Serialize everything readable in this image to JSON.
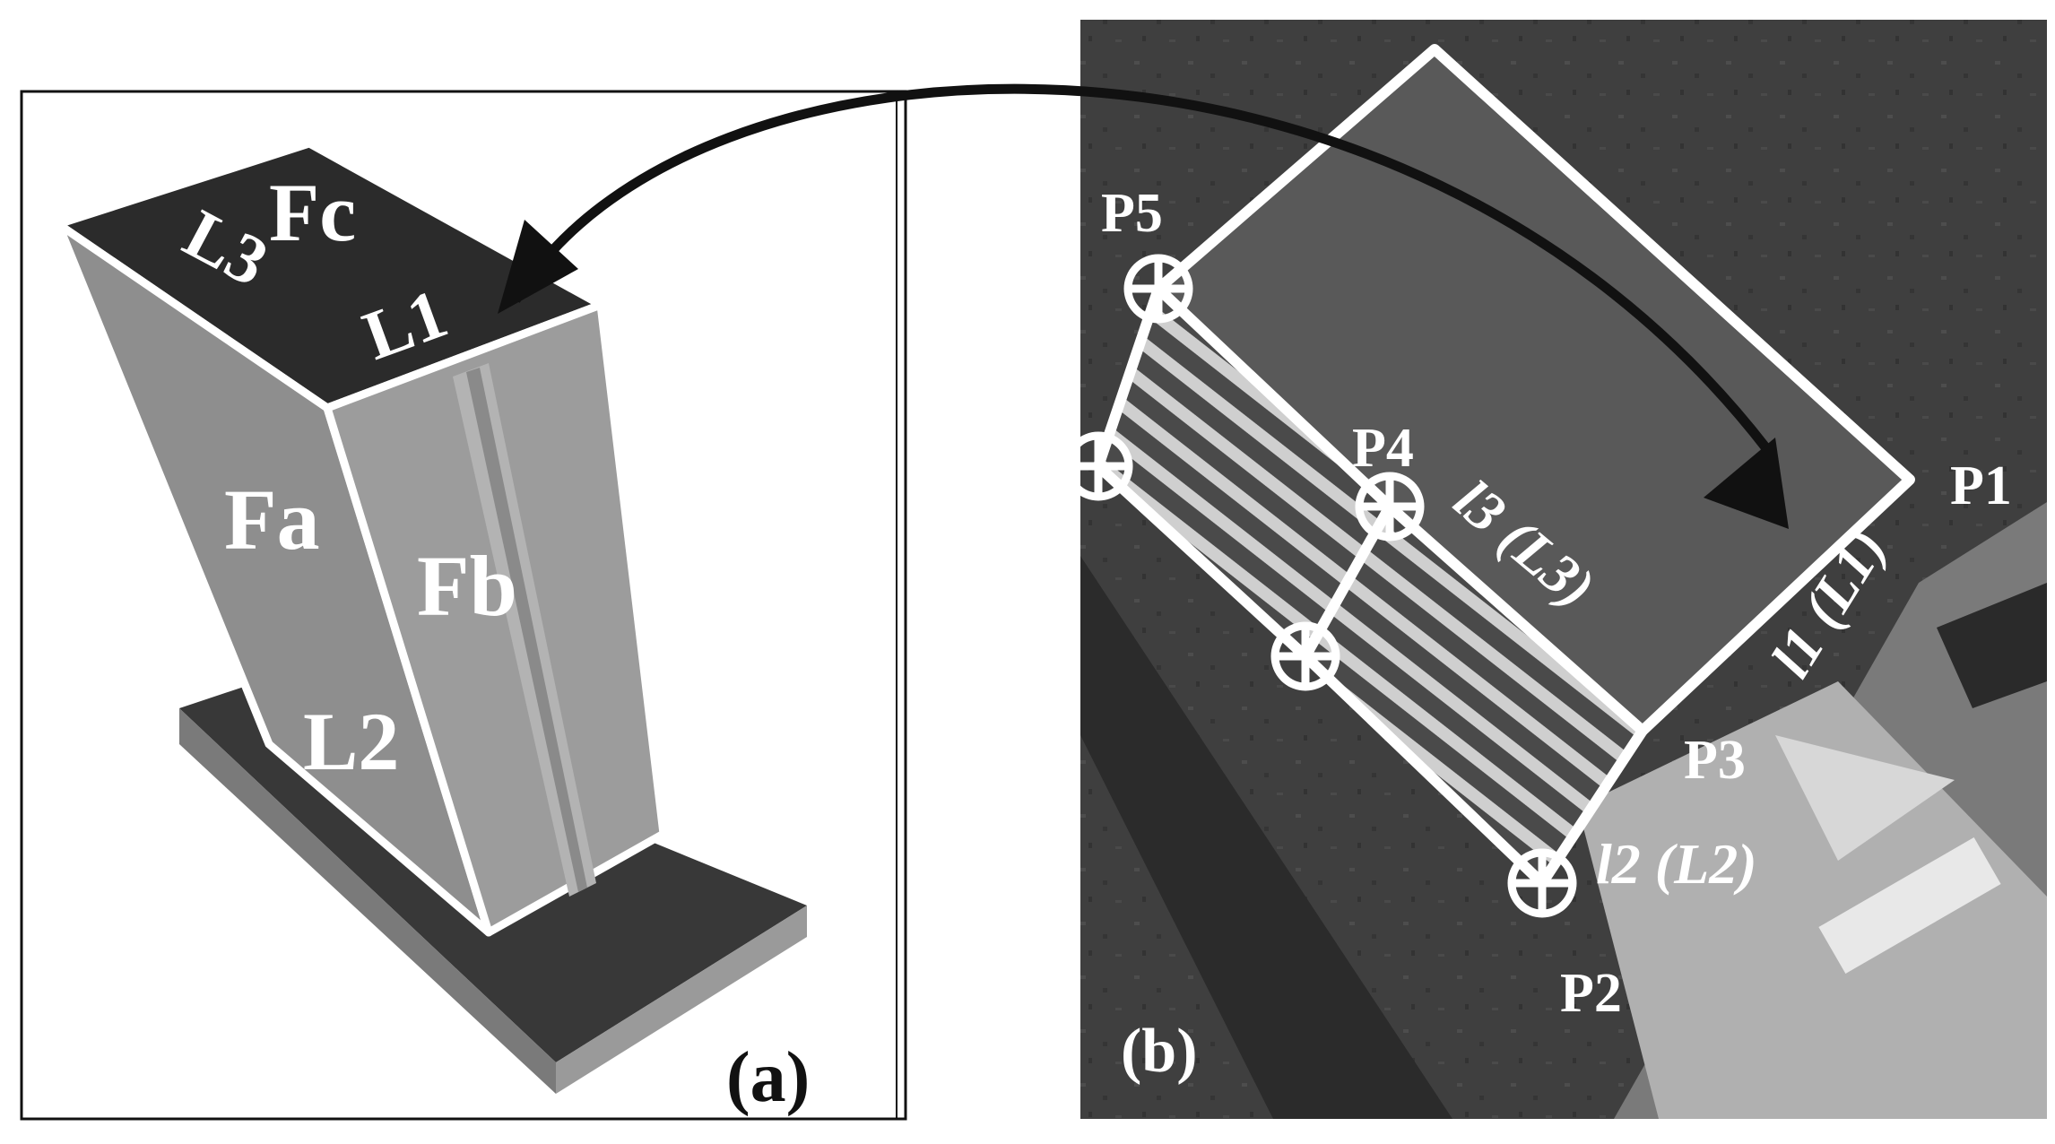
{
  "panel_a": {
    "caption": "(a)",
    "faces": {
      "top": "Fc",
      "left": "Fa",
      "right": "Fb"
    },
    "edges": {
      "l1": "L1",
      "l2": "L2",
      "l3": "L3"
    }
  },
  "panel_b": {
    "caption": "(b)",
    "points": {
      "p1": "P1",
      "p2": "P2",
      "p3": "P3",
      "p4": "P4",
      "p5": "P5"
    },
    "lines": {
      "l1": "l1 (L1)",
      "l2": "l2 (L2)",
      "l3": "l3 (L3)"
    }
  },
  "colors": {
    "face_top": "#2e2e2e",
    "face_left": "#8f8f8f",
    "face_right": "#9b9b9b",
    "base": "#3a3a3a",
    "aerial_bg": "#3c3c3c",
    "outline": "#ffffff",
    "arrow": "#111111"
  }
}
